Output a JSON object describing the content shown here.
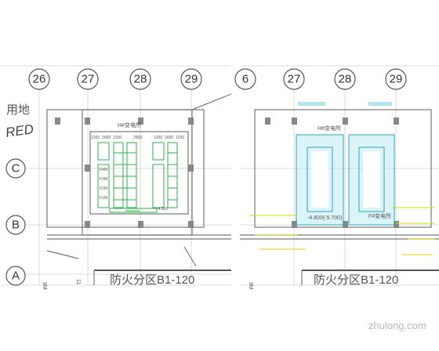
{
  "left_panel": {
    "axes_top": [
      "26",
      "27",
      "28",
      "29"
    ],
    "axes_left": [
      "C",
      "B",
      "A"
    ],
    "red_label": "RED",
    "yong_label": "用地",
    "room_label": "H#变电所",
    "bottom_label": "防火分区B1-120",
    "dim_labels": [
      "1200",
      "1600",
      "1200",
      "2500",
      "1200",
      "1600",
      "1200"
    ],
    "cabinet_labels": [
      "F4M",
      "F3M",
      "F2M",
      "F1M"
    ],
    "level_label": "-4.800",
    "side_label_9m": "9M",
    "side_label_11": "11"
  },
  "right_panel": {
    "axes_top": [
      "6",
      "27",
      "28",
      "29"
    ],
    "room_label_h": "H#变电所",
    "room_label_f": "F#变电所",
    "level_label": "-4.800(-5.700)",
    "bottom_label": "防火分区B1-120",
    "side_label_9m": "9M"
  },
  "watermark": "zhulong.com",
  "colors": {
    "green": "#2bb24c",
    "cyan": "#2aa6b8",
    "yellow": "#d8d800",
    "line": "#777777"
  }
}
